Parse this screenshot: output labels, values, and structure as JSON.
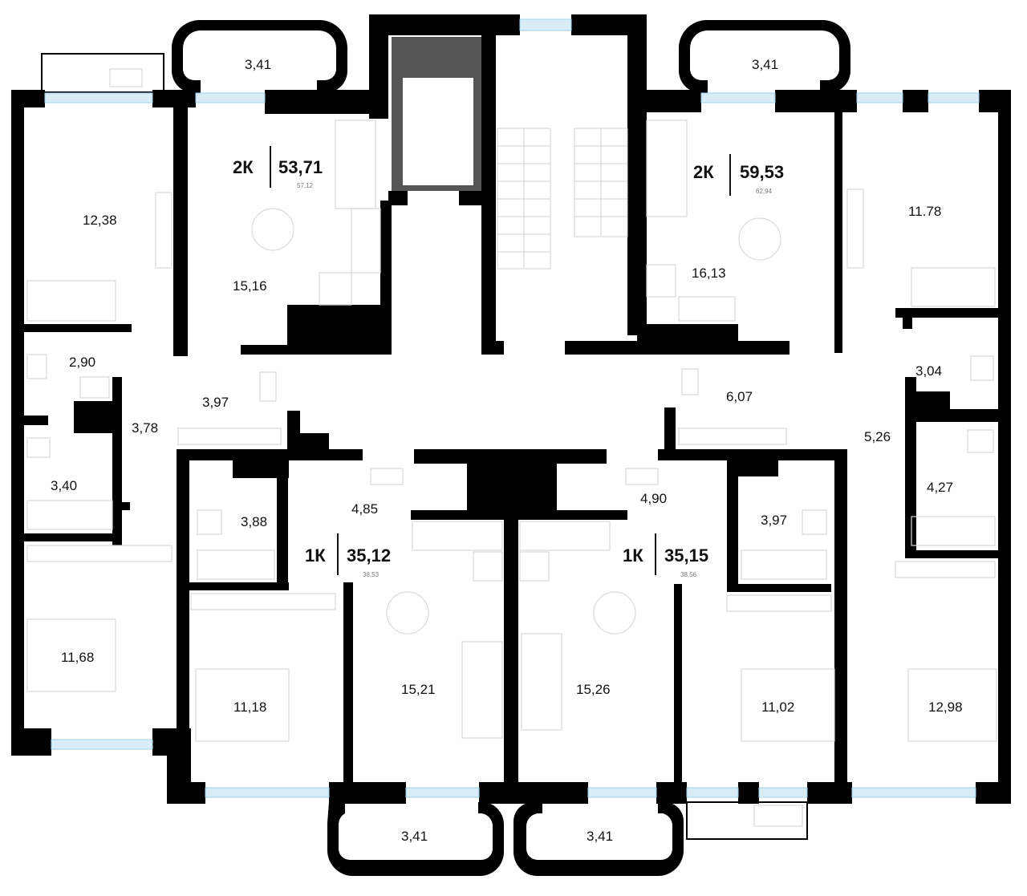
{
  "apartments": [
    {
      "type": "2К",
      "area": "53,71",
      "total": "57,12"
    },
    {
      "type": "2К",
      "area": "59,53",
      "total": "62,94"
    },
    {
      "type": "1К",
      "area": "35,12",
      "total": "38,53"
    },
    {
      "type": "1К",
      "area": "35,15",
      "total": "38,56"
    }
  ],
  "rooms": {
    "balcony_top_left": "3,41",
    "balcony_top_right": "3,41",
    "room_12_38": "12,38",
    "kitchen_15_16": "15,16",
    "kitchen_16_13": "16,13",
    "room_11_78": "11.78",
    "bath_2_90": "2,90",
    "hall_3_97": "3,97",
    "hall_6_07": "6,07",
    "bath_3_04": "3,04",
    "hall_3_78": "3,78",
    "hall_5_26": "5,26",
    "bath_3_40": "3,40",
    "bath_4_27": "4,27",
    "bath_3_88": "3,88",
    "hall_4_85": "4,85",
    "hall_4_90": "4,90",
    "bath_3_97": "3,97",
    "room_11_68": "11,68",
    "room_11_18": "11,18",
    "kitchen_15_21": "15,21",
    "kitchen_15_26": "15,26",
    "room_11_02": "11,02",
    "room_12_98": "12,98",
    "balcony_bottom_left": "3,41",
    "balcony_bottom_right": "3,41"
  },
  "icons": [
    "door-swing-icon",
    "stair-arrow-icon",
    "furniture-outline-icon",
    "window-icon"
  ],
  "colors": {
    "walls": "#000000",
    "windows": "#9cd0ea",
    "elevator": "#555555",
    "furniture": "#d9d9d9"
  }
}
